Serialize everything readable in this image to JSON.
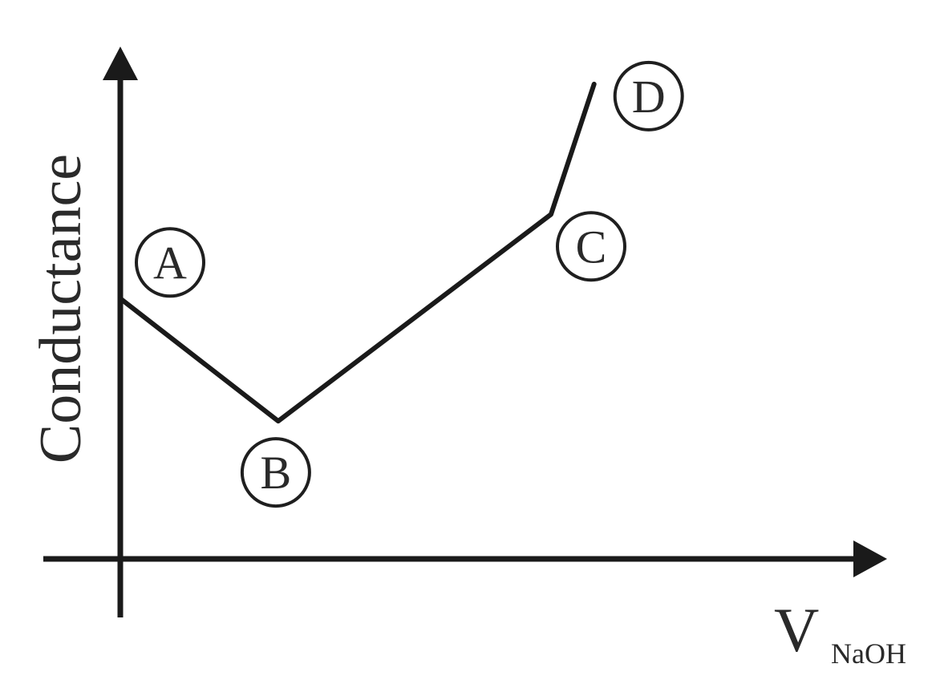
{
  "chart_data": {
    "type": "line",
    "title": "",
    "xlabel": "V",
    "xlabel_subscript": "NaOH",
    "ylabel": "Conductance",
    "grid": false,
    "legend": "none",
    "x_ticks": [],
    "y_ticks": [],
    "points": [
      {
        "label": "A",
        "x": 0,
        "y": 3.4
      },
      {
        "label": "B",
        "x": 2.2,
        "y": 1.8
      },
      {
        "label": "C",
        "x": 6.0,
        "y": 4.5
      },
      {
        "label": "D",
        "x": 6.6,
        "y": 6.2
      }
    ]
  }
}
